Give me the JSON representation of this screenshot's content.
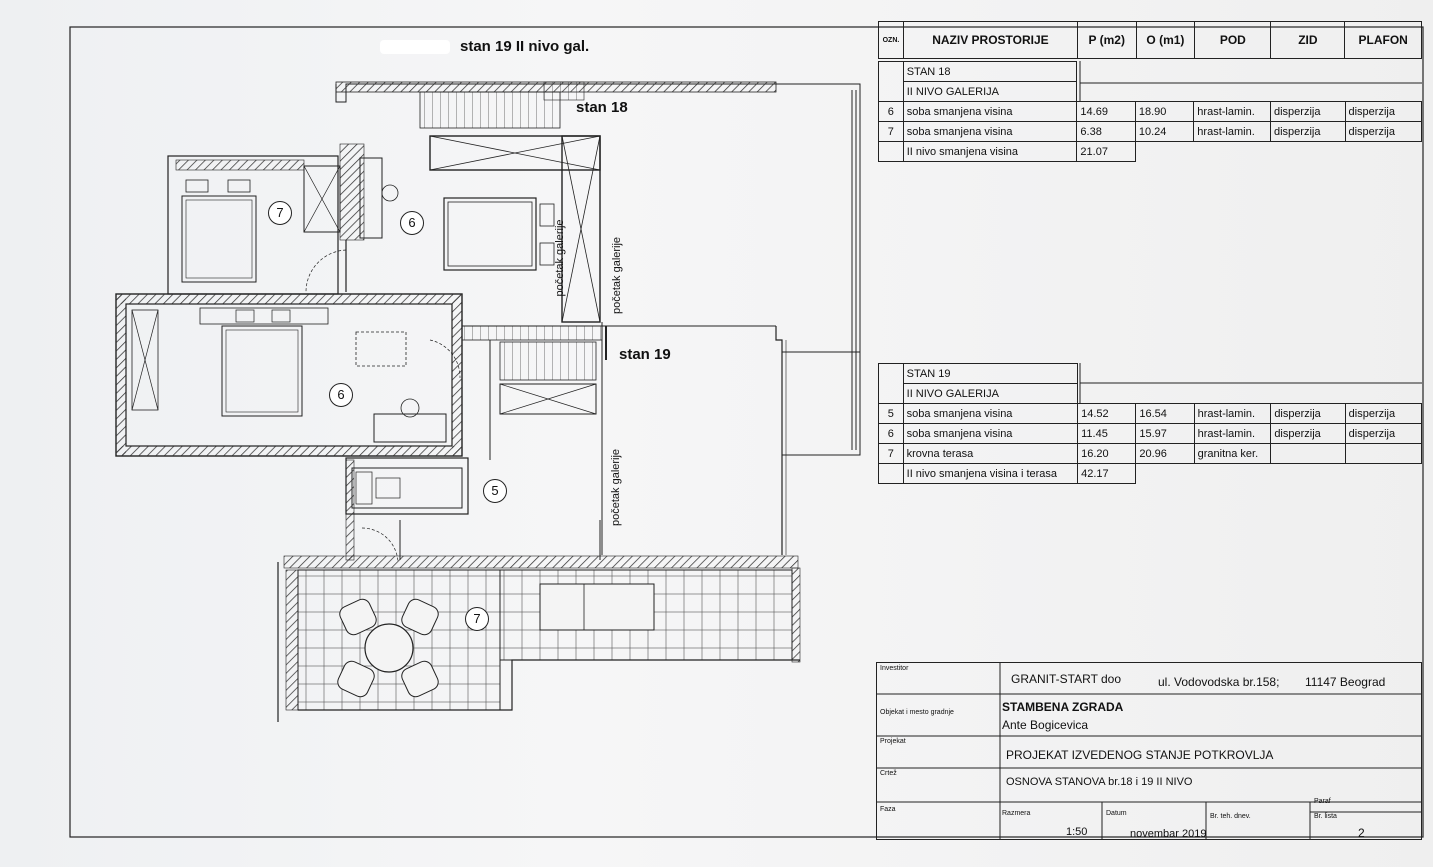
{
  "drawing": {
    "title_redacted": "stan 19  II nivo gal.",
    "label_stan18": "stan 18",
    "label_stan19": "stan 19",
    "gallery_start_1": "početak galerije",
    "gallery_start_2": "početak galerije",
    "room_numbers": [
      "7",
      "6",
      "6",
      "5",
      "7"
    ]
  },
  "table_header": {
    "ozn": "OZN.",
    "naziv": "NAZIV PROSTORIJE",
    "p": "P (m2)",
    "o": "O (m1)",
    "pod": "POD",
    "zid": "ZID",
    "plafon": "PLAFON"
  },
  "stan18": {
    "title": "STAN 18",
    "subtitle": "II NIVO GALERIJA",
    "rows": [
      {
        "ozn": "6",
        "naziv": "soba smanjena visina",
        "p": "14.69",
        "o": "18.90",
        "pod": "hrast-lamin.",
        "zid": "disperzija",
        "plafon": "disperzija"
      },
      {
        "ozn": "7",
        "naziv": "soba smanjena visina",
        "p": "6.38",
        "o": "10.24",
        "pod": "hrast-lamin.",
        "zid": "disperzija",
        "plafon": "disperzija"
      }
    ],
    "total_label": "II nivo smanjena visina",
    "total": "21.07"
  },
  "stan19": {
    "title": "STAN 19",
    "subtitle": "II NIVO GALERIJA",
    "rows": [
      {
        "ozn": "5",
        "naziv": "soba smanjena visina",
        "p": "14.52",
        "o": "16.54",
        "pod": "hrast-lamin.",
        "zid": "disperzija",
        "plafon": "disperzija"
      },
      {
        "ozn": "6",
        "naziv": "soba smanjena visina",
        "p": "11.45",
        "o": "15.97",
        "pod": "hrast-lamin.",
        "zid": "disperzija",
        "plafon": "disperzija"
      },
      {
        "ozn": "7",
        "naziv": "krovna terasa",
        "p": "16.20",
        "o": "20.96",
        "pod": "granitna ker.",
        "zid": "",
        "plafon": ""
      }
    ],
    "total_label": "II nivo smanjena visina i terasa",
    "total": "42.17"
  },
  "title_block": {
    "investitor_label": "Investitor",
    "investitor": "GRANIT-START  doo",
    "address": "ul. Vodovodska br.158;",
    "city": "11147 Beograd",
    "objekat_label": "Objekat i mesto gradnje",
    "objekat": "STAMBENA ZGRADA",
    "mesto": "Ante Bogicevica",
    "projekat_label": "Projekat",
    "projekat": "PROJEKAT IZVEDENOG STANJE POTKROVLJA",
    "crtez_label": "Crtež",
    "crtez": "OSNOVA STANOVA br.18 i 19   II NIVO",
    "faza_label": "Faza",
    "razmera_label": "Razmera",
    "razmera": "1:50",
    "datum_label": "Datum",
    "datum": "novembar 2019",
    "br_teh_label": "Br. teh. dnev.",
    "paraf_label": "Paraf",
    "br_lista_label": "Br. lista",
    "br_lista": "2"
  }
}
